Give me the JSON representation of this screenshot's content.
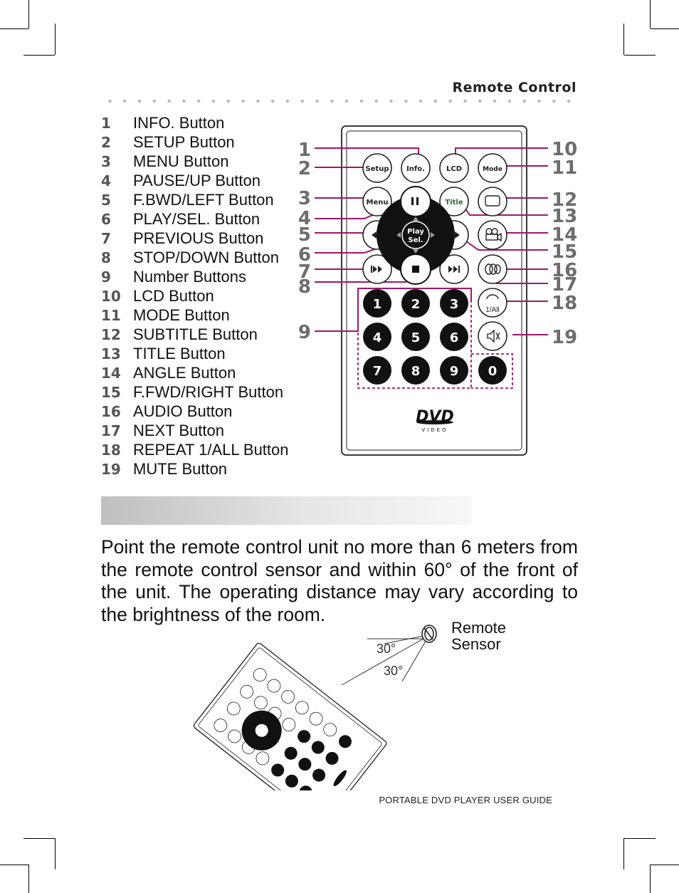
{
  "header": {
    "section_title": "Remote Control"
  },
  "button_list": [
    {
      "num": "1",
      "label": "INFO. Button"
    },
    {
      "num": "2",
      "label": "SETUP Button"
    },
    {
      "num": "3",
      "label": "MENU Button"
    },
    {
      "num": "4",
      "label": "PAUSE/UP Button"
    },
    {
      "num": "5",
      "label": "F.BWD/LEFT Button"
    },
    {
      "num": "6",
      "label": "PLAY/SEL. Button"
    },
    {
      "num": "7",
      "label": "PREVIOUS Button"
    },
    {
      "num": "8",
      "label": "STOP/DOWN Button"
    },
    {
      "num": "9",
      "label": "Number Buttons"
    },
    {
      "num": "10",
      "label": "LCD Button"
    },
    {
      "num": "11",
      "label": "MODE Button"
    },
    {
      "num": "12",
      "label": "SUBTITLE Button"
    },
    {
      "num": "13",
      "label": "TITLE Button"
    },
    {
      "num": "14",
      "label": "ANGLE Button"
    },
    {
      "num": "15",
      "label": "F.FWD/RIGHT Button"
    },
    {
      "num": "16",
      "label": "AUDIO Button"
    },
    {
      "num": "17",
      "label": "NEXT Button"
    },
    {
      "num": "18",
      "label": "REPEAT 1/ALL Button"
    },
    {
      "num": "19",
      "label": "MUTE Button"
    }
  ],
  "remote": {
    "setup": "Setup",
    "info": "Info.",
    "lcd": "LCD",
    "mode": "Mode",
    "menu": "Menu",
    "title": "Title",
    "play_line1": "Play",
    "play_line2": "Sel.",
    "repeat": "1/All",
    "digits": [
      "1",
      "2",
      "3",
      "4",
      "5",
      "6",
      "7",
      "8",
      "9",
      "0"
    ],
    "logo_text": "DVD",
    "logo_sub": "VIDEO",
    "callouts_left": [
      "1",
      "2",
      "3",
      "4",
      "5",
      "6",
      "7",
      "8",
      "9"
    ],
    "callouts_right": [
      "10",
      "11",
      "12",
      "13",
      "14",
      "15",
      "16",
      "17",
      "18",
      "19"
    ]
  },
  "body_text": "Point the remote control unit no more than 6 meters from the remote control sensor and within 60° of the front of the unit. The operating distance may vary according to the brightness of the room.",
  "sensor_figure": {
    "angle_top": "30°",
    "angle_bottom": "30°",
    "label_line1": "Remote",
    "label_line2": "Sensor"
  },
  "footer": {
    "text": "PORTABLE DVD PLAYER USER GUIDE"
  },
  "colors": {
    "callout": "#a0176a",
    "callout_digit": "#6d6d6d",
    "remote_button": "#111111"
  }
}
